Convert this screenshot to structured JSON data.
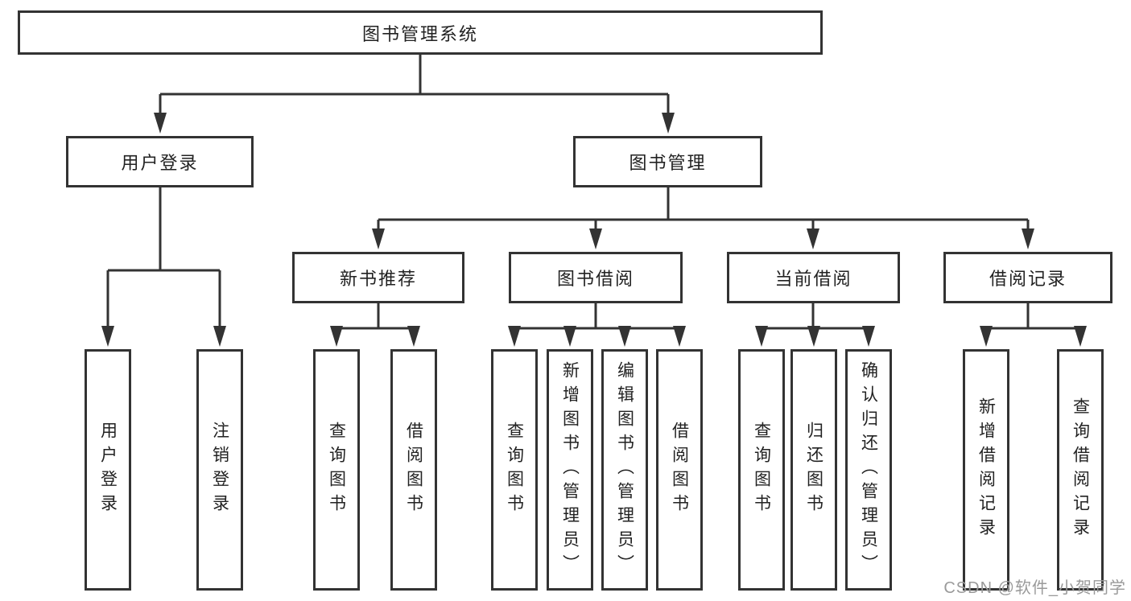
{
  "colors": {
    "line": "#333333",
    "border": "#333333",
    "fill": "#ffffff",
    "text": "#222222",
    "watermark": "#9a9a9a"
  },
  "tree": {
    "root": {
      "label": "图书管理系统"
    },
    "branches": [
      {
        "label": "用户登录",
        "leaves": [
          "用户登录",
          "注销登录"
        ]
      },
      {
        "label": "图书管理",
        "groups": [
          {
            "label": "新书推荐",
            "leaves": [
              "查询图书",
              "借阅图书"
            ]
          },
          {
            "label": "图书借阅",
            "leaves": [
              "查询图书",
              "新增图书（管理员）",
              "编辑图书（管理员）",
              "借阅图书"
            ]
          },
          {
            "label": "当前借阅",
            "leaves": [
              "查询图书",
              "归还图书",
              "确认归还（管理员）"
            ]
          },
          {
            "label": "借阅记录",
            "leaves": [
              "新增借阅记录",
              "查询借阅记录"
            ]
          }
        ]
      }
    ]
  },
  "watermark": {
    "text": "CSDN @软件_小贺同学"
  }
}
